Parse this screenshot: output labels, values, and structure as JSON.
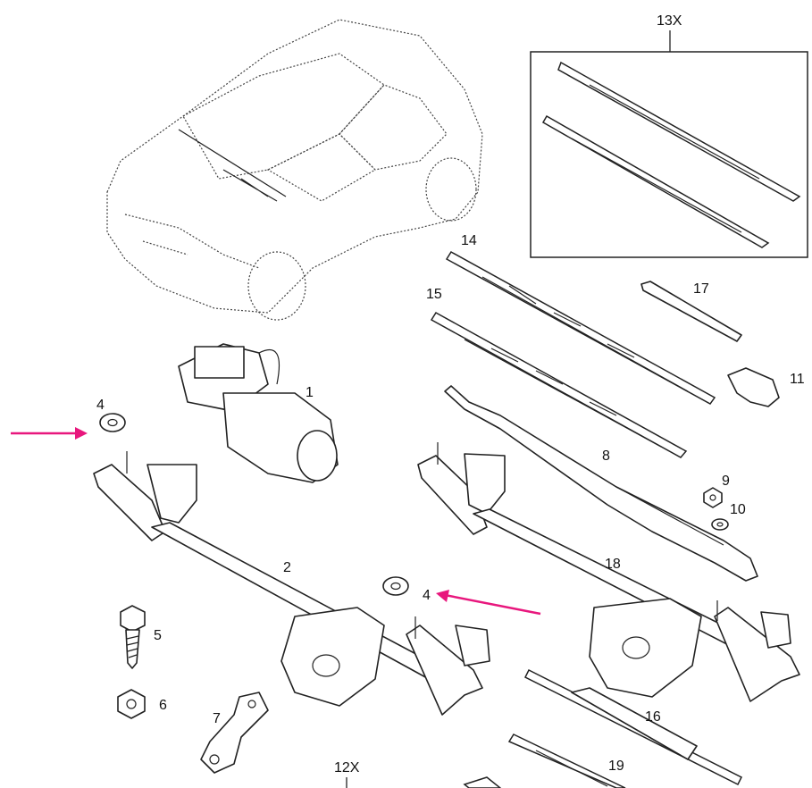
{
  "diagram": {
    "labels": {
      "p13x": "13X",
      "p14": "14",
      "p15": "15",
      "p17": "17",
      "p11": "11",
      "p1": "1",
      "p4a": "4",
      "p4b": "4",
      "p8": "8",
      "p9": "9",
      "p10": "10",
      "p2": "2",
      "p18": "18",
      "p5": "5",
      "p6": "6",
      "p7": "7",
      "p16": "16",
      "p19": "19",
      "p12x": "12X"
    },
    "colors": {
      "arrow": "#e8177d",
      "line": "#222222",
      "background": "#ffffff"
    },
    "icons": [
      "car-outline-icon",
      "wiper-motor-icon",
      "wiper-linkage-icon",
      "wiper-blade-icon",
      "wiper-arm-icon",
      "washer-nut-icon",
      "bolt-icon",
      "arrow-pointer-icon"
    ]
  }
}
